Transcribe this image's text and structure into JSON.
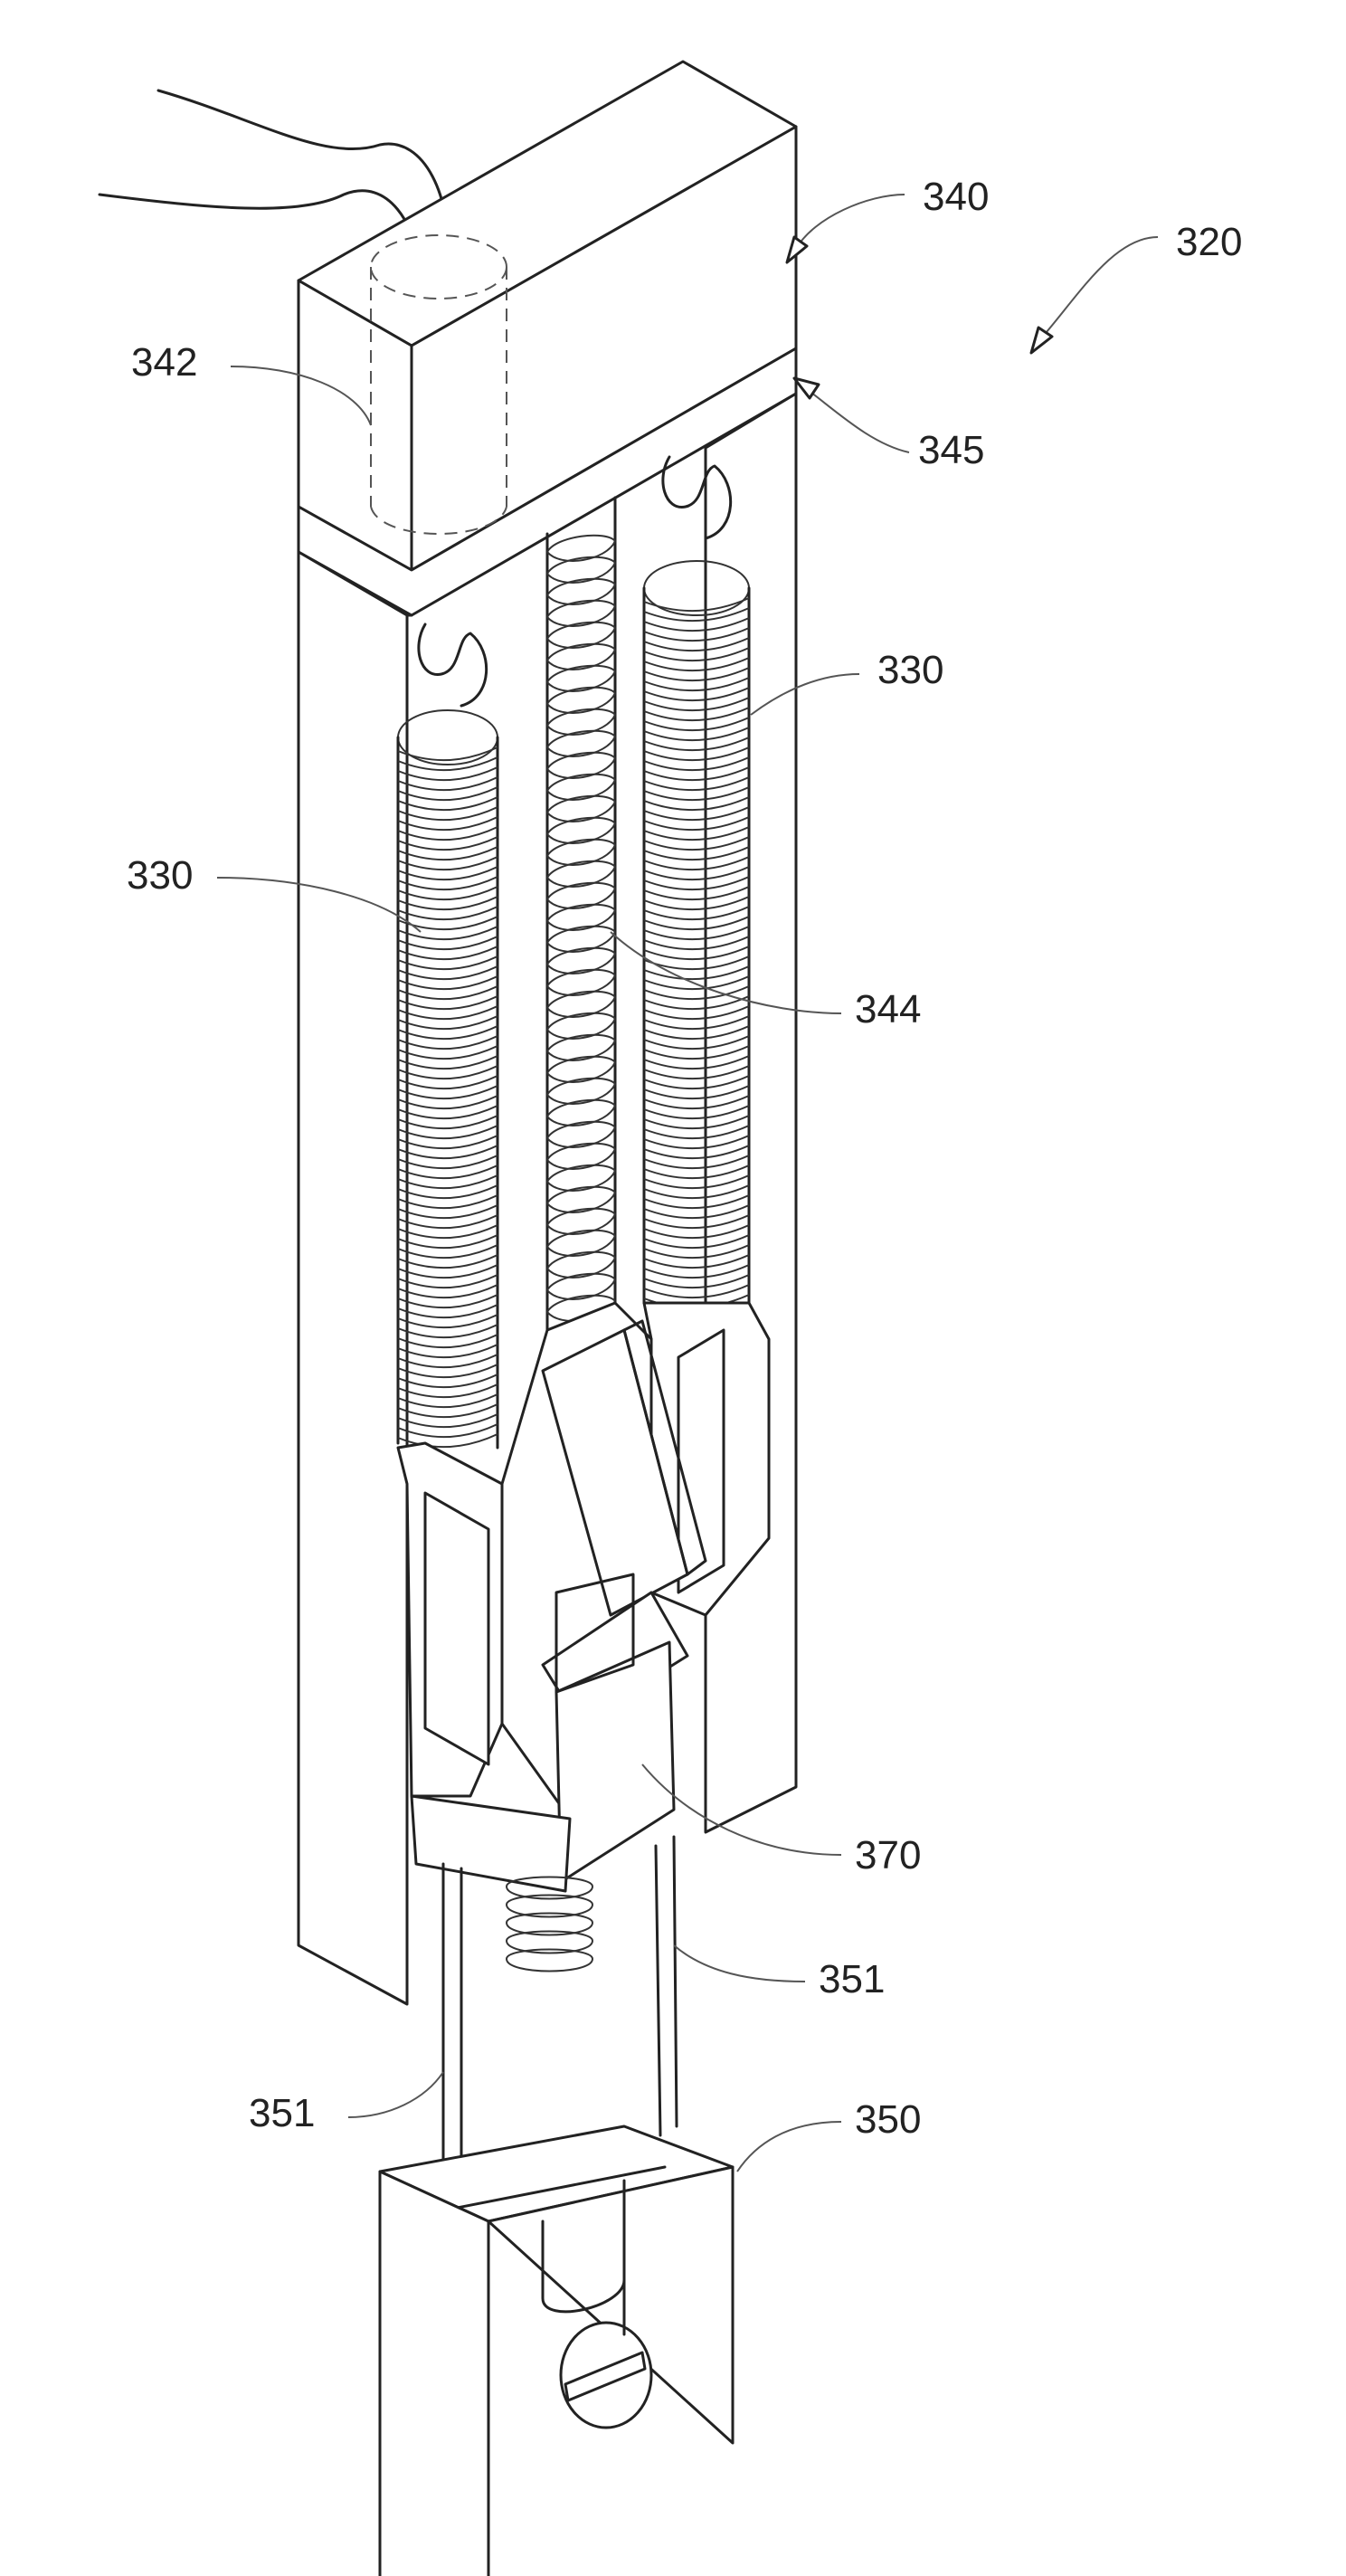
{
  "figure": {
    "labels": {
      "assembly": "320",
      "springs_left": "330",
      "springs_right": "330",
      "top_block": "340",
      "sensor": "342",
      "screw": "344",
      "plate": "345",
      "bracket": "350",
      "wire_left": "351",
      "wire_right": "351",
      "carriage": "370"
    },
    "colors": {
      "ink": "#222222",
      "paper": "#ffffff"
    }
  }
}
